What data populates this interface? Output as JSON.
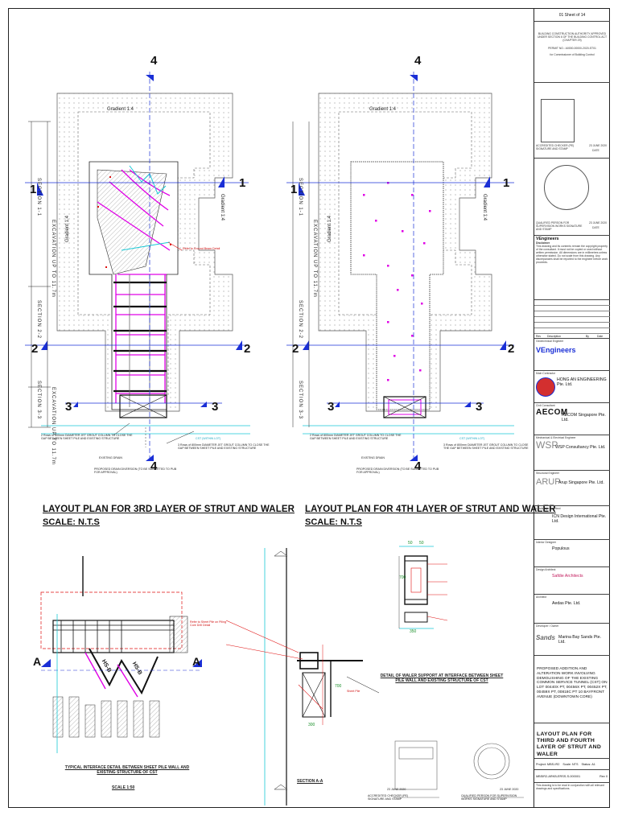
{
  "sheet": {
    "number": "01",
    "of_label": "Sheet of",
    "total": "14"
  },
  "authority": {
    "approval": "BUILDING CONSTRUCTION AUTHORITY APPROVED UNDER SECTION 6 OF THE BUILDING CONTROL ACT (CHAPTER 29)",
    "permit_ref": "PERMIT NO.: A0000-00000-2020-ST01",
    "commissioner": "for Commissioner of Building Control"
  },
  "signatures": {
    "accredited_checker": "ACCREDITED CHECKER (PE) SIGNATURE AND STAMP",
    "qp_structural": "QUALIFIED PERSON FOR SUPERVISION WORKS SIGNATURE AND STAMP",
    "date_1": "23 JUNE 2020",
    "date_2": "23 JUNE 2020",
    "date_label": "DATE"
  },
  "disclaimer": {
    "heading": "VEngineers",
    "subheading": "Disclaimer",
    "text": "This drawing and its contents remain the copyright property of the consultant. It must not be copied or used without written permission. All dimensions are in millimetres unless otherwise stated. Do not scale from this drawing. Any discrepancies shall be reported to the engineer before work proceeds."
  },
  "revision_table": {
    "headers": [
      "Rev",
      "Description",
      "By",
      "Date"
    ]
  },
  "consultants": [
    {
      "role": "Geotechnical Engineer",
      "name": "VEngineers",
      "logo": "VEngineers"
    },
    {
      "role": "Main Contractor",
      "name": "HONG AN ENGINEERING Pte. Ltd.",
      "logo": "HONG AN"
    },
    {
      "role": "Civil Consultant",
      "name": "AECOM Singapore Pte. Ltd.",
      "logo": "AECOM"
    },
    {
      "role": "Mechanical & Electrical Engineer",
      "name": "WSP Consultancy Pte. Ltd.",
      "logo": "WSP"
    },
    {
      "role": "Structural Engineer",
      "name": "Arup Singapore Pte. Ltd.",
      "logo": "ARUP"
    },
    {
      "role": "Landscape Architect",
      "name": "ICN Design International Pte. Ltd.",
      "logo": ""
    },
    {
      "role": "Interior Designer",
      "name": "Populous",
      "logo": ""
    },
    {
      "role": "Design Architect",
      "name": "Safdie Architects",
      "logo": "Safdie Architects"
    },
    {
      "role": "Architect",
      "name": "Aedas Pte. Ltd.",
      "logo": ""
    },
    {
      "role": "Developer / Owner",
      "name": "Marina Bay Sands Pte. Ltd.",
      "logo": "Sands"
    }
  ],
  "project_description": "PROPOSED ADDITION AND ALTERATION WORK INVOLVING DEMOLISHING OF THE EXISTING COMMON SERVICE TUNNEL (CST) ON LOT 00440X PT, 00456X PT, 00452X PT, 00459X PT, 00818C PT 10 BAYFRONT AVENUE (DOWNTOWN CORE)",
  "drawing_title": "LAYOUT PLAN FOR THIRD AND FOURTH LAYER OF STRUT AND WALER",
  "drawing_info": {
    "project_no": "Project: MBS-IR2",
    "scale": "Scale: NTS",
    "status": "Status: A1",
    "drawing_no": "MBSIR2-ARKB-ERSS-S-000001",
    "rev": "Rev 0"
  },
  "footer_note": "This drawing is to be read in conjunction with all relevant drawings and specifications.",
  "plans": [
    {
      "title": "LAYOUT PLAN FOR 3RD LAYER OF STRUT AND WALER",
      "scale": "SCALE: N.T.S"
    },
    {
      "title": "LAYOUT PLAN FOR 4TH LAYER OF STRUT AND WALER",
      "scale": "SCALE: N.T.S"
    }
  ],
  "plan_labels": {
    "gradient": "Gradient 1:4",
    "section_1": "SECTION 1-1",
    "section_2": "SECTION 2-2",
    "section_3": "SECTION 3-3",
    "excavation_a": "EXCAVATION UP TO 11.7m",
    "excavation_b": "EXCAVATION UP TO 11.7m",
    "marks": [
      "4",
      "1",
      "2",
      "3"
    ],
    "ground_beam_note": "Refer to Ground Beam Detail",
    "grout_note_1": "2 Rows of 800mm DIAMETER JET GROUT COLUMN TO CLOSE THE GAP BETWEEN SHEET PILE AND EXISTING STRUCTURE",
    "grout_note_2": "3 Rows of 800mm DIAMETER JET GROUT COLUMN TO CLOSE THE GAP BETWEEN SHEET PILE AND EXISTING STRUCTURE",
    "existing_drain": "EXISTING DRAIN",
    "proposed_diversion": "PROPOSED DRAIN DIVERSION (TO BE SUBMITTED TO PUB FOR APPROVAL)",
    "cst": "CST (WITHIN LOT)"
  },
  "details": {
    "detail_1_title": "TYPICAL INTERFACE DETAIL BETWEEN SHEET PILE WALL AND EXISTING STRUCTURE OF CST",
    "detail_1_scale": "SCALE 1:50",
    "detail_2_title": "DETAIL OF WALER SUPPORT AT INTERFACE BETWEEN SHEET PILE WALL AND EXISTING STRUCTURE OF CST",
    "section_a": "SECTION A-A",
    "mark_a": "A",
    "labels": [
      "HS-B",
      "HS-B"
    ],
    "dims": [
      "50",
      "50",
      "700",
      "350",
      "700",
      "300"
    ],
    "red_notes": [
      "Refer to Sheet Pile on Piling Core Drill Detail",
      "Sheet Pile"
    ]
  },
  "colors": {
    "accent_blue": "#1a2fd6",
    "magenta": "#e000e6",
    "red": "#e01010",
    "cyan": "#19c9d6"
  }
}
